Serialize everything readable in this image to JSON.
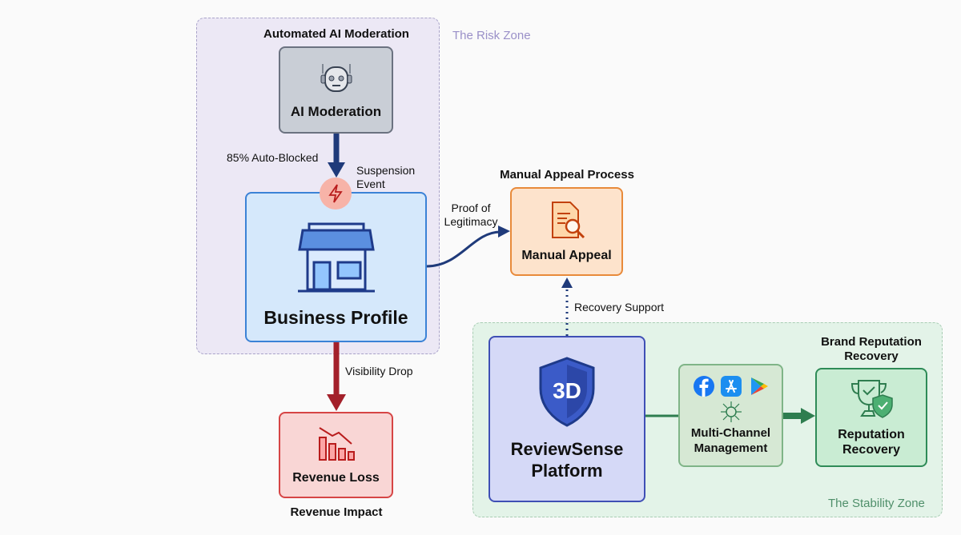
{
  "risk_zone": {
    "label": "The Risk Zone",
    "title": "Automated AI Moderation"
  },
  "ai_moderation": {
    "label": "AI Moderation",
    "icon": "robot-icon"
  },
  "edge_auto_blocked": "85% Auto-Blocked",
  "suspension": {
    "label": "Suspension Event",
    "icon": "lightning-icon"
  },
  "business_profile": {
    "label": "Business Profile",
    "icon": "storefront-icon"
  },
  "edge_proof": "Proof of Legitimacy",
  "manual_appeal": {
    "title": "Manual Appeal Process",
    "label": "Manual Appeal",
    "icon": "document-search-icon"
  },
  "edge_recovery_support": "Recovery Support",
  "edge_visibility_drop": "Visibility Drop",
  "revenue_loss": {
    "label": "Revenue Loss",
    "caption": "Revenue Impact",
    "icon": "declining-bar-chart-icon"
  },
  "stability_zone": {
    "label": "The Stability Zone"
  },
  "reviewsense": {
    "label": "ReviewSense Platform",
    "badge": "3D",
    "icon": "shield-icon"
  },
  "multi_channel": {
    "label": "Multi-Channel Management",
    "icons": [
      "facebook-icon",
      "app-store-icon",
      "google-play-icon",
      "sync-network-icon"
    ]
  },
  "reputation": {
    "title": "Brand Reputation Recovery",
    "label": "Reputation Recovery",
    "icon": "trophy-shield-icon"
  },
  "colors": {
    "risk_zone": "#ece8f5",
    "stability_zone": "#e3f3e8",
    "navy": "#1f3a7a",
    "red": "#a3202a",
    "green": "#2e7d4f"
  }
}
